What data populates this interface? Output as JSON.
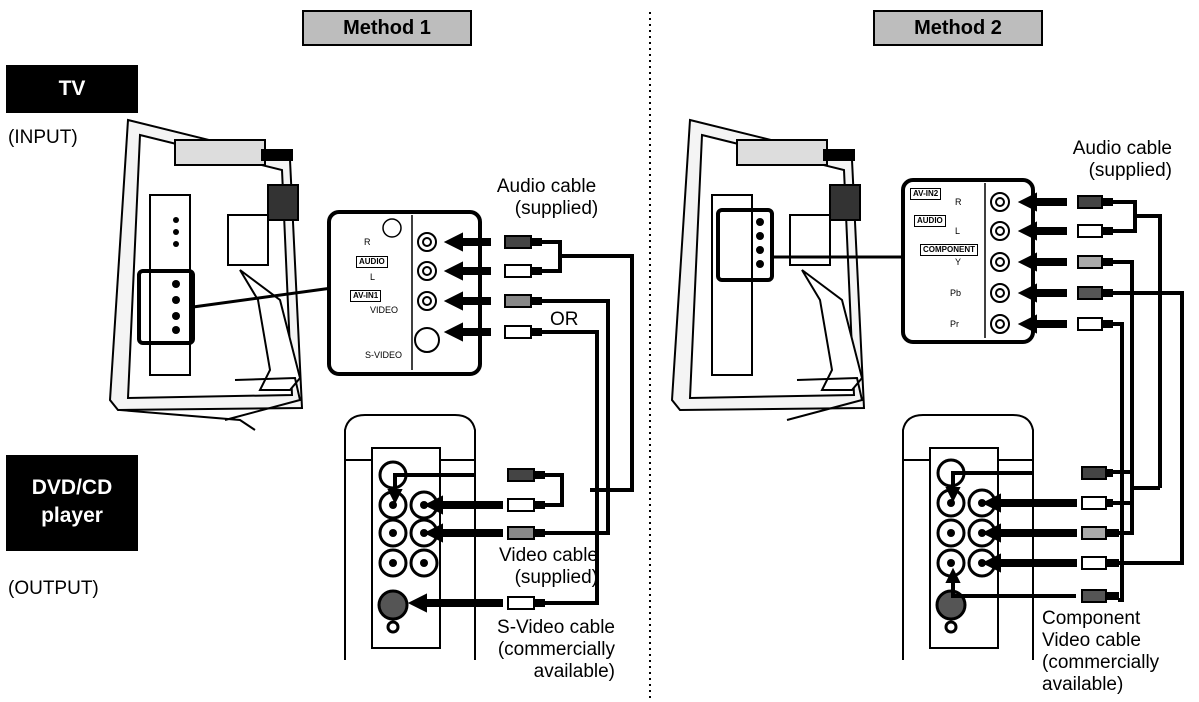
{
  "headers": {
    "method1": "Method 1",
    "method2": "Method 2"
  },
  "left_panel": {
    "tv_badge": "TV",
    "tv_sub": "(INPUT)",
    "dvd_badge_line1": "DVD/CD",
    "dvd_badge_line2": "player",
    "dvd_sub": "(OUTPUT)"
  },
  "method1": {
    "audio_cable_1": "Audio cable",
    "audio_cable_2": "(supplied)",
    "or": "OR",
    "video_cable_1": "Video cable",
    "video_cable_2": "(supplied)",
    "svideo_cable_1": "S-Video cable",
    "svideo_cable_2": "(commercially",
    "svideo_cable_3": "available)",
    "panel": {
      "r": "R",
      "audio": "AUDIO",
      "l": "L",
      "av_in": "AV-IN1",
      "video": "VIDEO",
      "svideo": "S-VIDEO"
    }
  },
  "method2": {
    "audio_cable_1": "Audio cable",
    "audio_cable_2": "(supplied)",
    "comp_1": "Component",
    "comp_2": "Video cable",
    "comp_3": "(commercially",
    "comp_4": "available)",
    "panel": {
      "av_in": "AV-IN2",
      "r": "R",
      "audio": "AUDIO",
      "l": "L",
      "component": "COMPONENT",
      "y": "Y",
      "pb": "Pb",
      "pr": "Pr"
    }
  }
}
